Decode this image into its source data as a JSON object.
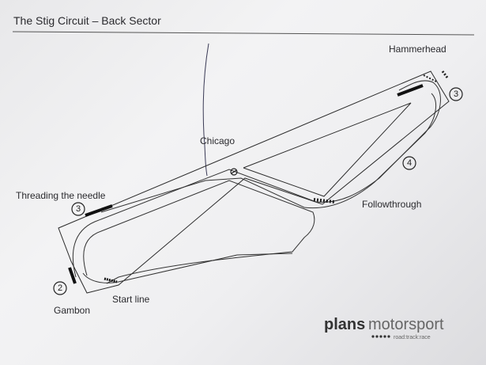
{
  "title": "The Stig Circuit – Back Sector",
  "labels": {
    "hammerhead": "Hammerhead",
    "chicago": "Chicago",
    "threading": "Threading the needle",
    "followthrough": "Followthrough",
    "gambon": "Gambon",
    "start_line": "Start line"
  },
  "markers": {
    "hammerhead_gear": "3",
    "followthrough_gear": "4",
    "threading_gear": "3",
    "gambon_gear": "2"
  },
  "brand": {
    "name_a": "plans",
    "name_b": "motorsport",
    "tagline": "road:track:race"
  },
  "colors": {
    "ink": "#2a2a2e",
    "paper": "#efeff1"
  }
}
